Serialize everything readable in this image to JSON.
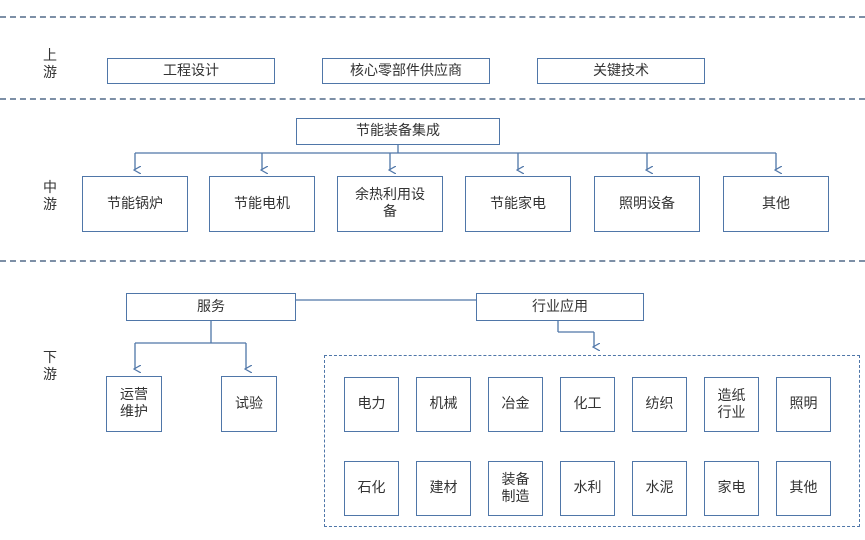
{
  "sections": {
    "upstream": {
      "label": [
        "上",
        "游"
      ]
    },
    "midstream": {
      "label": [
        "中",
        "游"
      ]
    },
    "downstream": {
      "label": [
        "下",
        "游"
      ]
    }
  },
  "upstream": {
    "items": [
      "工程设计",
      "核心零部件供应商",
      "关键技术"
    ]
  },
  "midstream": {
    "root": "节能装备集成",
    "items": [
      "节能锅炉",
      "节能电机",
      "余热利用设备",
      "节能家电",
      "照明设备",
      "其他"
    ]
  },
  "downstream": {
    "services": "服务",
    "industry": "行业应用",
    "service_items": [
      "运营维护",
      "试验"
    ],
    "industry_items": [
      "电力",
      "机械",
      "冶金",
      "化工",
      "纺织",
      "造纸行业",
      "照明",
      "石化",
      "建材",
      "装备制造",
      "水利",
      "水泥",
      "家电",
      "其他"
    ]
  },
  "colors": {
    "line": "#4f76a8",
    "separator": "#7d8fa6"
  }
}
